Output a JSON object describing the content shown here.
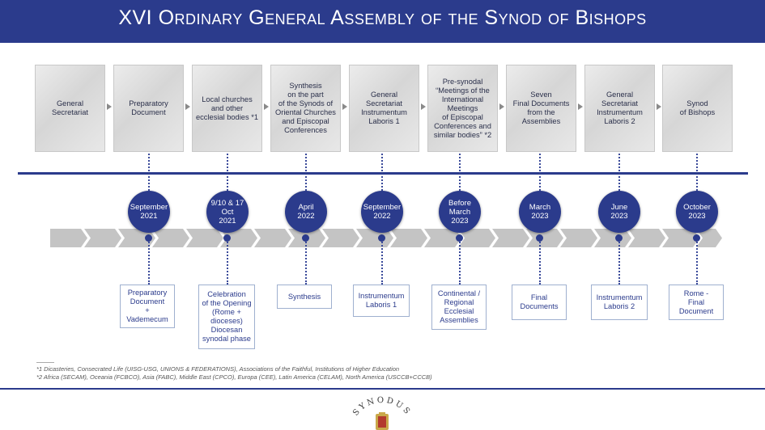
{
  "header": {
    "title": "XVI Ordinary General Assembly of the Synod of Bishops"
  },
  "stages": [
    {
      "label": "General\nSecretariat"
    },
    {
      "label": "Preparatory\nDocument"
    },
    {
      "label": "Local churches\nand other\necclesial bodies *1"
    },
    {
      "label": "Synthesis\non the part\nof the Synods of\nOriental Churches\nand Episcopal\nConferences"
    },
    {
      "label": "General\nSecretariat\nInstrumentum\nLaboris 1"
    },
    {
      "label": "Pre-synodal\n“Meetings of the\nInternational\nMeetings\nof Episcopal\nConferences and\nsimilar bodies” *2"
    },
    {
      "label": "Seven\nFinal Documents\nfrom the\nAssemblies"
    },
    {
      "label": "General\nSecretariat\nInstrumentum\nLaboris 2"
    },
    {
      "label": "Synod\nof Bishops"
    }
  ],
  "dates": [
    {
      "label": "September\n2021"
    },
    {
      "label": "9/10 & 17\nOct\n2021"
    },
    {
      "label": "April\n2022"
    },
    {
      "label": "September\n2022"
    },
    {
      "label": "Before\nMarch\n2023"
    },
    {
      "label": "March\n2023"
    },
    {
      "label": "June\n2023"
    },
    {
      "label": "October\n2023"
    }
  ],
  "phases": [
    {
      "label": "Preparatory\nDocument\n+\nVademecum"
    },
    {
      "label": "Celebration\nof the Opening\n(Rome +\ndioceses)\nDiocesan\nsynodal phase"
    },
    {
      "label": "Synthesis"
    },
    {
      "label": "Instrumentum\nLaboris 1"
    },
    {
      "label": "Continental /\nRegional\nEcclesial\nAssemblies"
    },
    {
      "label": "Final\nDocuments"
    },
    {
      "label": "Instrumentum\nLaboris 2"
    },
    {
      "label": "Rome -\nFinal\nDocument"
    }
  ],
  "footnotes": [
    "*1 Dicasteries, Consecrated Life (UISG-USG, UNIONS & FEDERATIONS), Associations of the Faithful, Institutions of Higher Education",
    "*2 Africa (SECAM), Oceania (FCBCO), Asia (FABC), Middle East (CPCO), Europa (CEE), Latin America (CELAM), North America (USCCB+CCCB)"
  ],
  "seal": {
    "text": "SYNODUS"
  },
  "colors": {
    "navy": "#2b3b8c",
    "band": "#c4c4c4",
    "box_border": "#9fb0cf"
  }
}
